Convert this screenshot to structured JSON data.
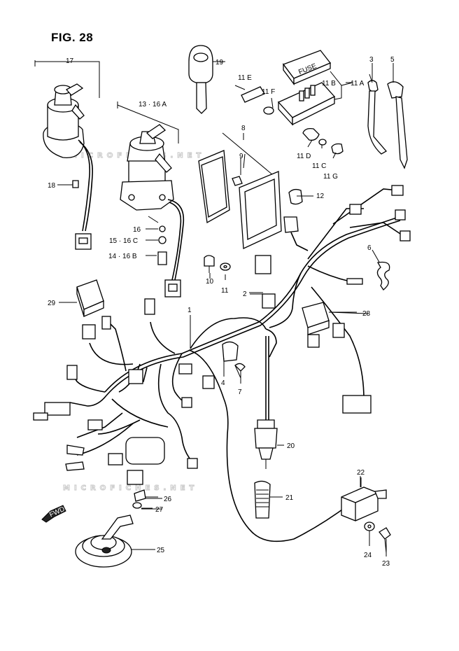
{
  "figure": {
    "title": "FIG. 28",
    "fwd_label": "FWD",
    "watermark_top": "MICROFICHES.NET",
    "watermark_bottom": "MICROFICHES.NET"
  },
  "callouts": [
    {
      "id": "c17",
      "label": "17"
    },
    {
      "id": "c13_16a",
      "label": "13 · 16 A"
    },
    {
      "id": "c19",
      "label": "19"
    },
    {
      "id": "c11e",
      "label": "11 E"
    },
    {
      "id": "c11f",
      "label": "11 F"
    },
    {
      "id": "c11b",
      "label": "11 B"
    },
    {
      "id": "c11a",
      "label": "11 A"
    },
    {
      "id": "c3",
      "label": "3"
    },
    {
      "id": "c5",
      "label": "5"
    },
    {
      "id": "c8",
      "label": "8"
    },
    {
      "id": "c9",
      "label": "9"
    },
    {
      "id": "c11d",
      "label": "11 D"
    },
    {
      "id": "c11c",
      "label": "11 C"
    },
    {
      "id": "c11g",
      "label": "11 G"
    },
    {
      "id": "c18",
      "label": "18"
    },
    {
      "id": "c12",
      "label": "12"
    },
    {
      "id": "c16",
      "label": "16"
    },
    {
      "id": "c15_16c",
      "label": "15 · 16 C"
    },
    {
      "id": "c14_16b",
      "label": "14 · 16 B"
    },
    {
      "id": "c6",
      "label": "6"
    },
    {
      "id": "c10",
      "label": "10"
    },
    {
      "id": "c11",
      "label": "11"
    },
    {
      "id": "c2",
      "label": "2"
    },
    {
      "id": "c29",
      "label": "29"
    },
    {
      "id": "c1",
      "label": "1"
    },
    {
      "id": "c28",
      "label": "28"
    },
    {
      "id": "c4",
      "label": "4"
    },
    {
      "id": "c7",
      "label": "7"
    },
    {
      "id": "c20",
      "label": "20"
    },
    {
      "id": "c22",
      "label": "22"
    },
    {
      "id": "c26",
      "label": "26"
    },
    {
      "id": "c27",
      "label": "27"
    },
    {
      "id": "c21",
      "label": "21"
    },
    {
      "id": "c25",
      "label": "25"
    },
    {
      "id": "c24",
      "label": "24"
    },
    {
      "id": "c23",
      "label": "23"
    }
  ],
  "parts": {
    "fuse_box_label": "FUSE"
  }
}
